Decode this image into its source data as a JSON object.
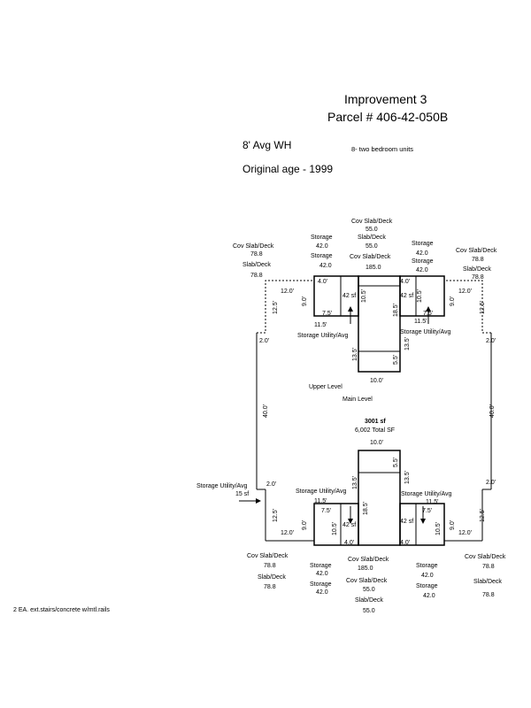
{
  "header": {
    "title": "Improvement 3",
    "parcel": "Parcel # 406-42-050B",
    "wall_height": "8' Avg WH",
    "units": "8- two bedroom units",
    "original_age": "Original age - 1999"
  },
  "levels": {
    "upper": "Upper Level",
    "main": "Main Level"
  },
  "area": {
    "sf": "3001 sf",
    "total": "6,002 Total SF"
  },
  "labels": {
    "cov_slab_deck": "Cov Slab/Deck",
    "slab_deck": "Slab/Deck",
    "storage": "Storage",
    "storage_utility": "Storage Utility/Avg",
    "v_78_8": "78.8",
    "v_42_0": "42.0",
    "v_55_0": "55.0",
    "v_185_0": "185.0",
    "sf_42": "42 sf",
    "sf_15": "15 sf"
  },
  "dims": {
    "d4_0": "4.0'",
    "d10_5": "10.5'",
    "d18_5": "18.5'",
    "d13_5": "13.5'",
    "d5_5": "5.5'",
    "d10_0": "10.0'",
    "d7_5": "7.5'",
    "d9_0": "9.0'",
    "d11_5": "11.5'",
    "d12_0": "12.0'",
    "d12_5": "12.5'",
    "d2_0": "2.0'",
    "d40_0": "40.0'"
  },
  "footer": {
    "note": "2 EA.  ext.stairs/concrete w/mtl.rails"
  }
}
